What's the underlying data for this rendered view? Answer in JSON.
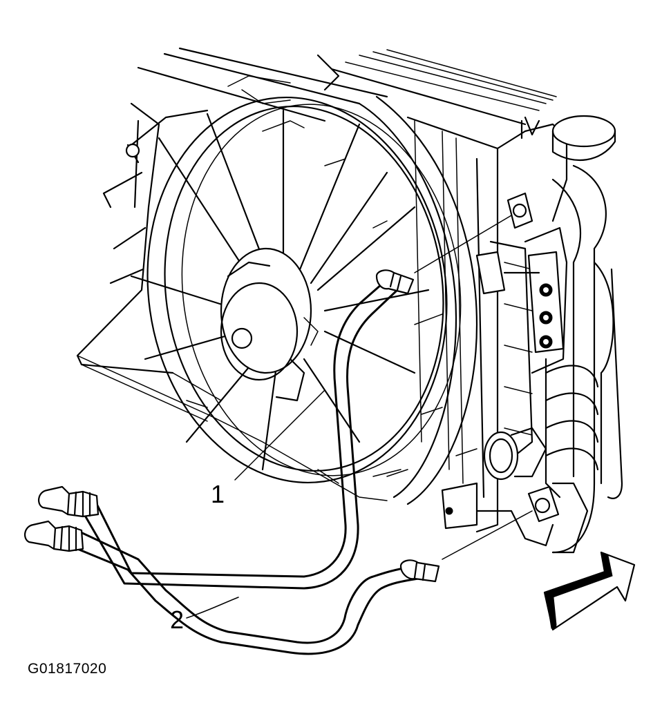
{
  "callouts": [
    {
      "id": "1",
      "label": "1"
    },
    {
      "id": "2",
      "label": "2"
    }
  ],
  "figure_id": "G01817020",
  "direction_indicator": "front-arrow-icon"
}
